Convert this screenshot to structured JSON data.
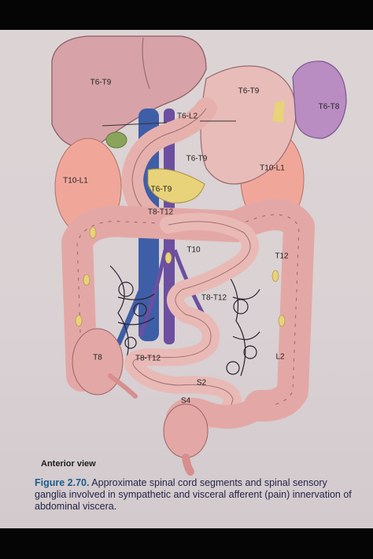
{
  "figure": {
    "labels": {
      "liver": "T6-T9",
      "stomach": "T6-T9",
      "spleen": "T6-T8",
      "portal": "T6-L2",
      "pancreas": "T6-T9",
      "gallbladder": "T6-T9",
      "right_kidney": "T10-L1",
      "left_kidney": "T10-L1",
      "duodenum": "T8-T12",
      "transverse_colon": "T10",
      "descending_colon_upper": "T12",
      "small_intestine": "T8-T12",
      "ileum": "T8-T12",
      "cecum": "T8",
      "descending_colon_lower": "L2",
      "sigmoid": "S2",
      "rectum": "S4"
    },
    "view": "Anterior view",
    "caption": {
      "number": "Figure 2.70.",
      "text": "Approximate spinal cord segments and spinal sensory ganglia involved in sympathetic and visceral afferent (pain) innervation of abdominal viscera."
    }
  },
  "colors": {
    "page": "#dcd4d4",
    "organ_pink": "#e8b6b0",
    "liver": "#d7a4a8",
    "kidney": "#f0a79a",
    "spleen": "#b98cc2",
    "vein": "#3f5ea8",
    "artery": "#6c4fa0",
    "pancreas": "#e8d27a",
    "caption_blue": "#1b5d8f"
  }
}
